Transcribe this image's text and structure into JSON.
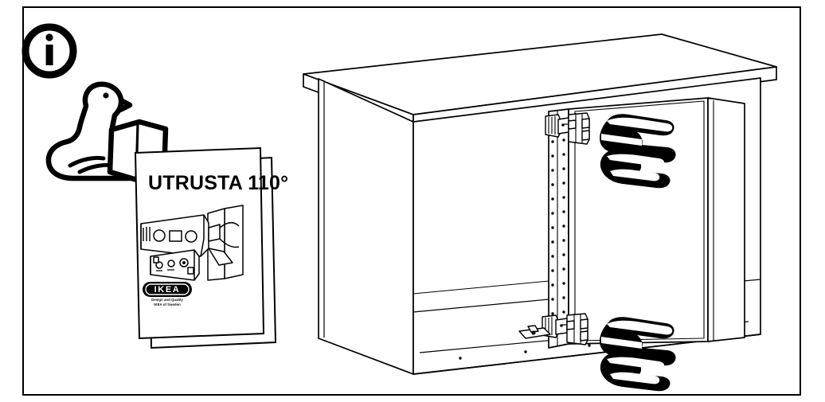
{
  "page": {
    "kind": "assembly-instruction-illustration",
    "background_color": "#ffffff",
    "line_color": "#000000",
    "border": true
  },
  "info_badge": {
    "icon": "information-circle-icon",
    "glyph": "i",
    "label": "Information"
  },
  "mascot": {
    "icon": "ikea-mascot-reading-icon",
    "description": "Seated figure reading an open booklet"
  },
  "booklet": {
    "title": "UTRUSTA 110°",
    "brand_logo_text": "IKEA",
    "tagline_line1": "Design and Quality",
    "tagline_line2": "IKEA of Sweden",
    "illustration": "cabinet-hinge-and-mounting-plate-icon",
    "stacked_copies": 2
  },
  "cabinet": {
    "description": "Kitchen cabinet frame in perspective with open door",
    "parts": [
      {
        "name": "top-panel",
        "label": "Top panel"
      },
      {
        "name": "left-side-panel",
        "label": "Left side panel"
      },
      {
        "name": "back-panel",
        "label": "Back panel"
      },
      {
        "name": "bottom-panel",
        "label": "Bottom panel"
      },
      {
        "name": "front-rail",
        "label": "Front rail"
      },
      {
        "name": "right-side-panel-with-holes",
        "label": "Right side panel with mounting holes"
      },
      {
        "name": "door-panel",
        "label": "Door panel (open)"
      }
    ],
    "hinges": [
      {
        "name": "top-hinge",
        "position": "upper"
      },
      {
        "name": "bottom-hinge",
        "position": "lower"
      }
    ],
    "pointers": [
      {
        "name": "top-pointing-hand",
        "direction": "left",
        "target": "top-hinge"
      },
      {
        "name": "bottom-pointing-hand",
        "direction": "left",
        "target": "bottom-hinge"
      }
    ]
  }
}
